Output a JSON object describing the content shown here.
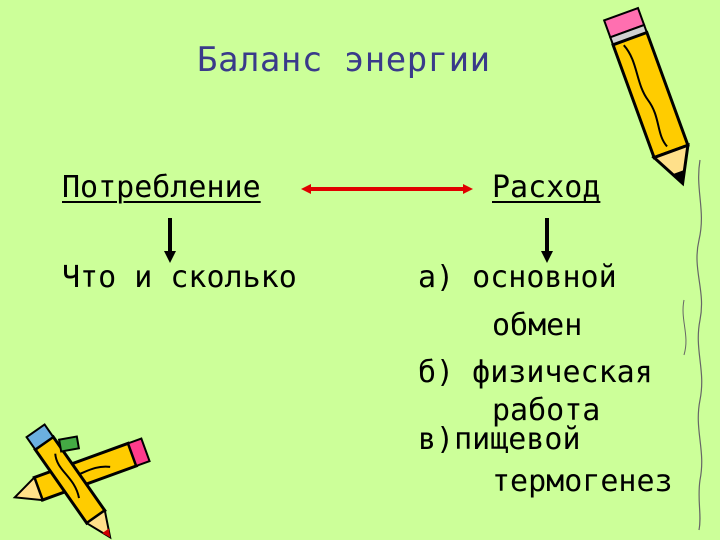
{
  "title": "Баланс энергии",
  "left": {
    "heading": "Потребление",
    "item": "Что и сколько"
  },
  "right": {
    "heading": "Расход",
    "items": [
      "а) основной",
      "обмен",
      "б) физическая",
      "работа",
      "в)пищевой",
      "термогенез"
    ]
  },
  "decorations": {
    "top_right": "pencil-icon",
    "bottom_left": "crossed-pencils-icon"
  }
}
